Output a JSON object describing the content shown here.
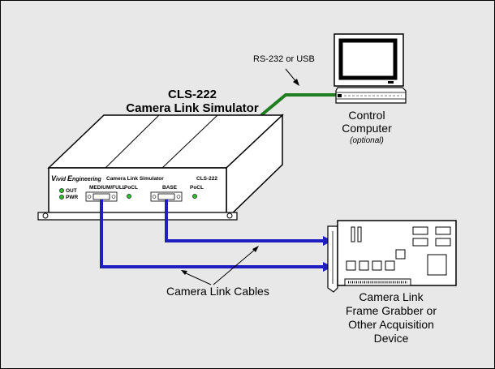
{
  "device": {
    "model": "CLS-222",
    "name": "Camera Link Simulator",
    "panel": {
      "brand_small_1": "V",
      "brand_rest_1": "ivid ",
      "brand_small_2": "E",
      "brand_rest_2": "ngineering",
      "product": "Camera Link Simulator",
      "model": "CLS-222",
      "led_out": "OUT",
      "led_pwr": "PWR",
      "port_medium_full": "MEDIUM/FULL",
      "pocl_1": "PoCL",
      "port_base": "BASE",
      "pocl_2": "PoCL"
    }
  },
  "connection": {
    "serial_label": "RS-232 or USB"
  },
  "computer": {
    "line1": "Control",
    "line2": "Computer",
    "note": "(optional)"
  },
  "cables": {
    "label": "Camera Link Cables"
  },
  "grabber": {
    "line1": "Camera Link",
    "line2": "Frame Grabber or",
    "line3": "Other Acquisition",
    "line4": "Device"
  },
  "colors": {
    "background": "#e8e8e8",
    "cable_blue": "#1f1fbf",
    "serial_green": "#1f7f1f",
    "led_green": "#2fbf2f"
  }
}
